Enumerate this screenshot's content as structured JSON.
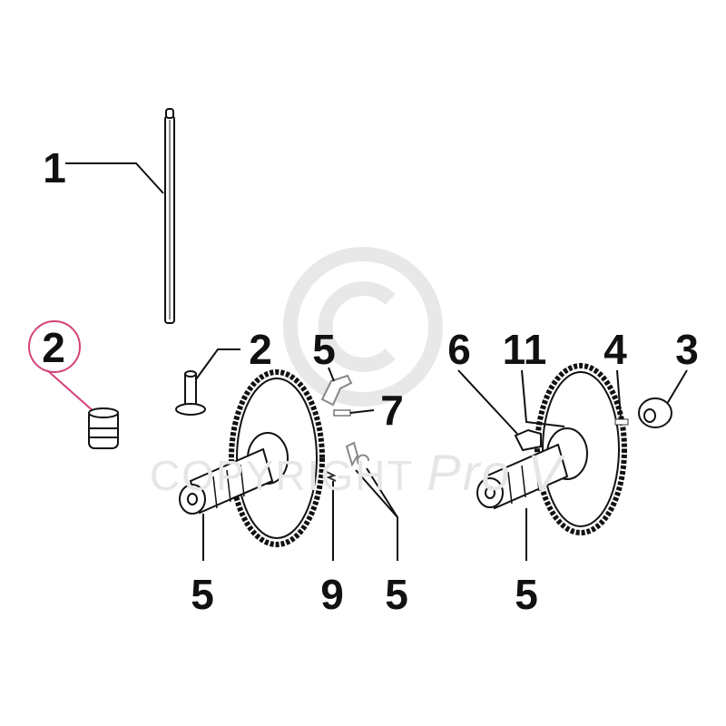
{
  "watermark": {
    "text": "COPYRIGHT",
    "brand": "Pro V"
  },
  "callouts": [
    {
      "id": "push-rod",
      "number": "1"
    },
    {
      "id": "tappet-highlighted",
      "number": "2",
      "highlighted": true
    },
    {
      "id": "tappet",
      "number": "2"
    },
    {
      "id": "spring-clip",
      "number": "5"
    },
    {
      "id": "pin",
      "number": "7"
    },
    {
      "id": "decompressor-weight",
      "number": "6"
    },
    {
      "id": "spring",
      "number": "11"
    },
    {
      "id": "dowel-pin",
      "number": "4"
    },
    {
      "id": "washer",
      "number": "3"
    },
    {
      "id": "camshaft-left",
      "number": "5"
    },
    {
      "id": "spring-small",
      "number": "9"
    },
    {
      "id": "clip-lower",
      "number": "5"
    },
    {
      "id": "camshaft-right",
      "number": "5"
    }
  ],
  "colors": {
    "highlight": "#d4417a",
    "line": "#111111",
    "watermark": "#e6e6e6"
  }
}
